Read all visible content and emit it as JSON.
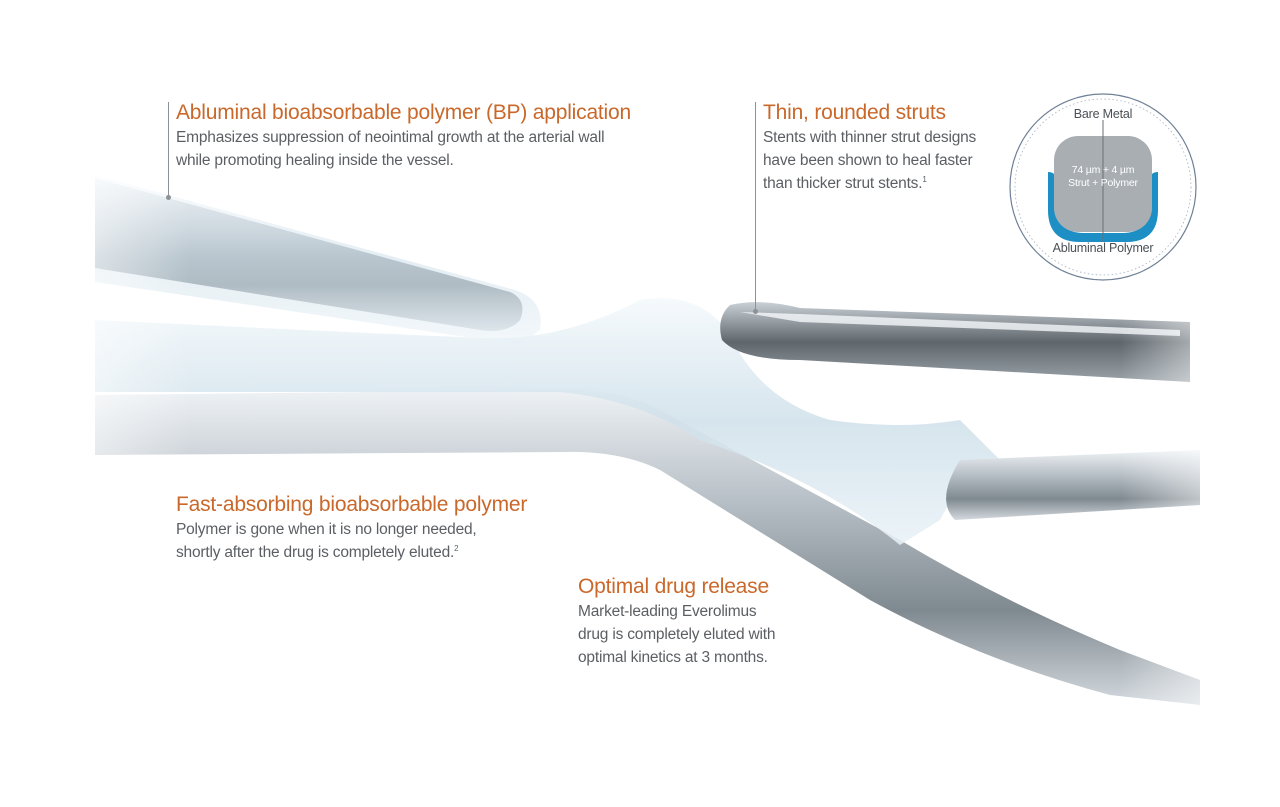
{
  "callouts": {
    "bp_application": {
      "title": "Abluminal bioabsorbable polymer (BP) application",
      "line1": "Emphasizes suppression of neointimal growth at the arterial wall",
      "line2": "while promoting healing inside the vessel."
    },
    "thin_struts": {
      "title": "Thin, rounded struts",
      "line1": "Stents with thinner strut designs",
      "line2": "have been shown to heal faster",
      "line3": "than thicker strut stents.",
      "ref": "1"
    },
    "fast_absorbing": {
      "title": "Fast-absorbing bioabsorbable polymer",
      "line1": "Polymer is gone when it is no longer needed,",
      "line2": "shortly after the drug is completely eluted.",
      "ref": "2"
    },
    "drug_release": {
      "title": "Optimal drug release",
      "line1": "Market-leading Everolimus",
      "line2": "drug is completely eluted with",
      "line3": "optimal kinetics at 3 months."
    }
  },
  "cross_section": {
    "top_label": "Bare Metal",
    "bottom_label": "Abluminal Polymer",
    "dimension": "74 µm + 4 µm",
    "dimension_caption": "Strut + Polymer"
  },
  "colors": {
    "heading": "#c9682a",
    "body_text": "#5b5f63",
    "polymer_blue": "#1e8fc4",
    "metal_gray": "#a9aeb3"
  }
}
